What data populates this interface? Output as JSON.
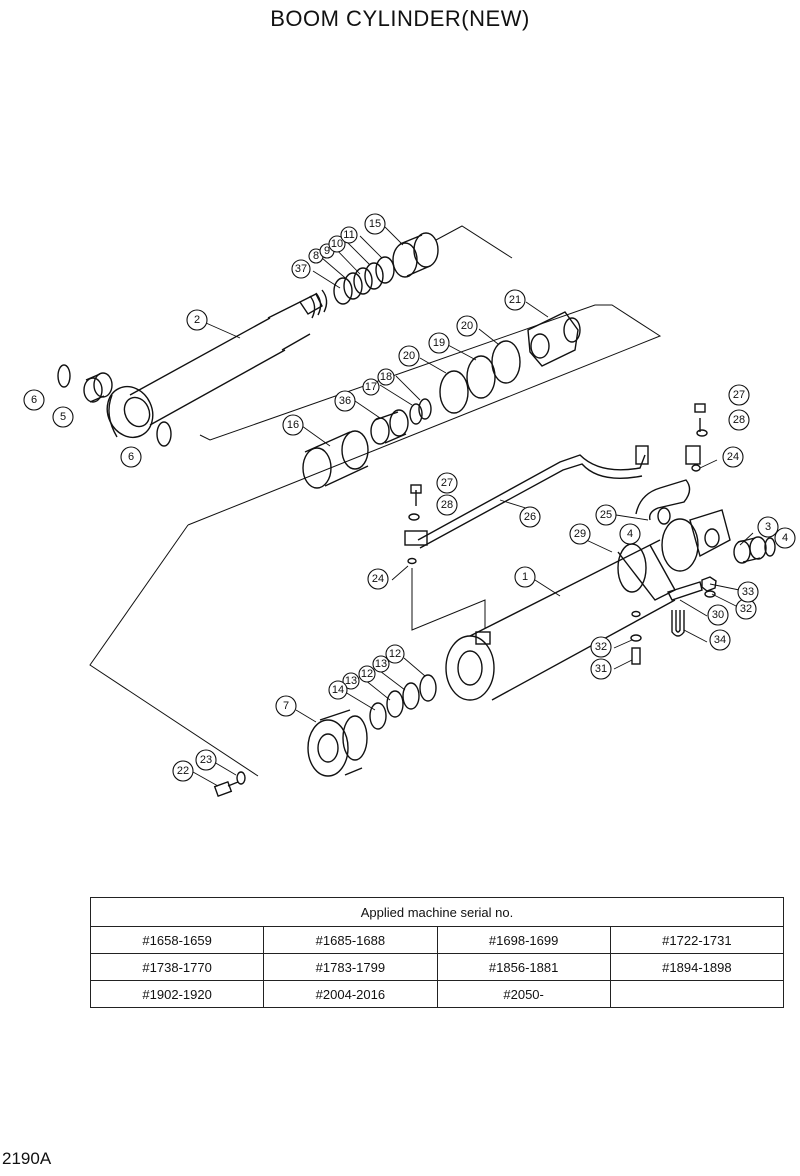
{
  "title": "BOOM CYLINDER(NEW)",
  "drawing_code": "2190A",
  "table": {
    "header": "Applied machine serial no.",
    "rows": [
      [
        "#1658-1659",
        "#1685-1688",
        "#1698-1699",
        "#1722-1731"
      ],
      [
        "#1738-1770",
        "#1783-1799",
        "#1856-1881",
        "#1894-1898"
      ],
      [
        "#1902-1920",
        "#2004-2016",
        "#2050-",
        ""
      ]
    ]
  },
  "callouts": [
    "1",
    "2",
    "3",
    "4",
    "5",
    "6",
    "7",
    "8",
    "9",
    "10",
    "11",
    "12",
    "13",
    "14",
    "15",
    "16",
    "17",
    "18",
    "19",
    "20",
    "21",
    "22",
    "23",
    "24",
    "25",
    "26",
    "27",
    "28",
    "29",
    "30",
    "31",
    "32",
    "33",
    "34",
    "36",
    "37"
  ]
}
